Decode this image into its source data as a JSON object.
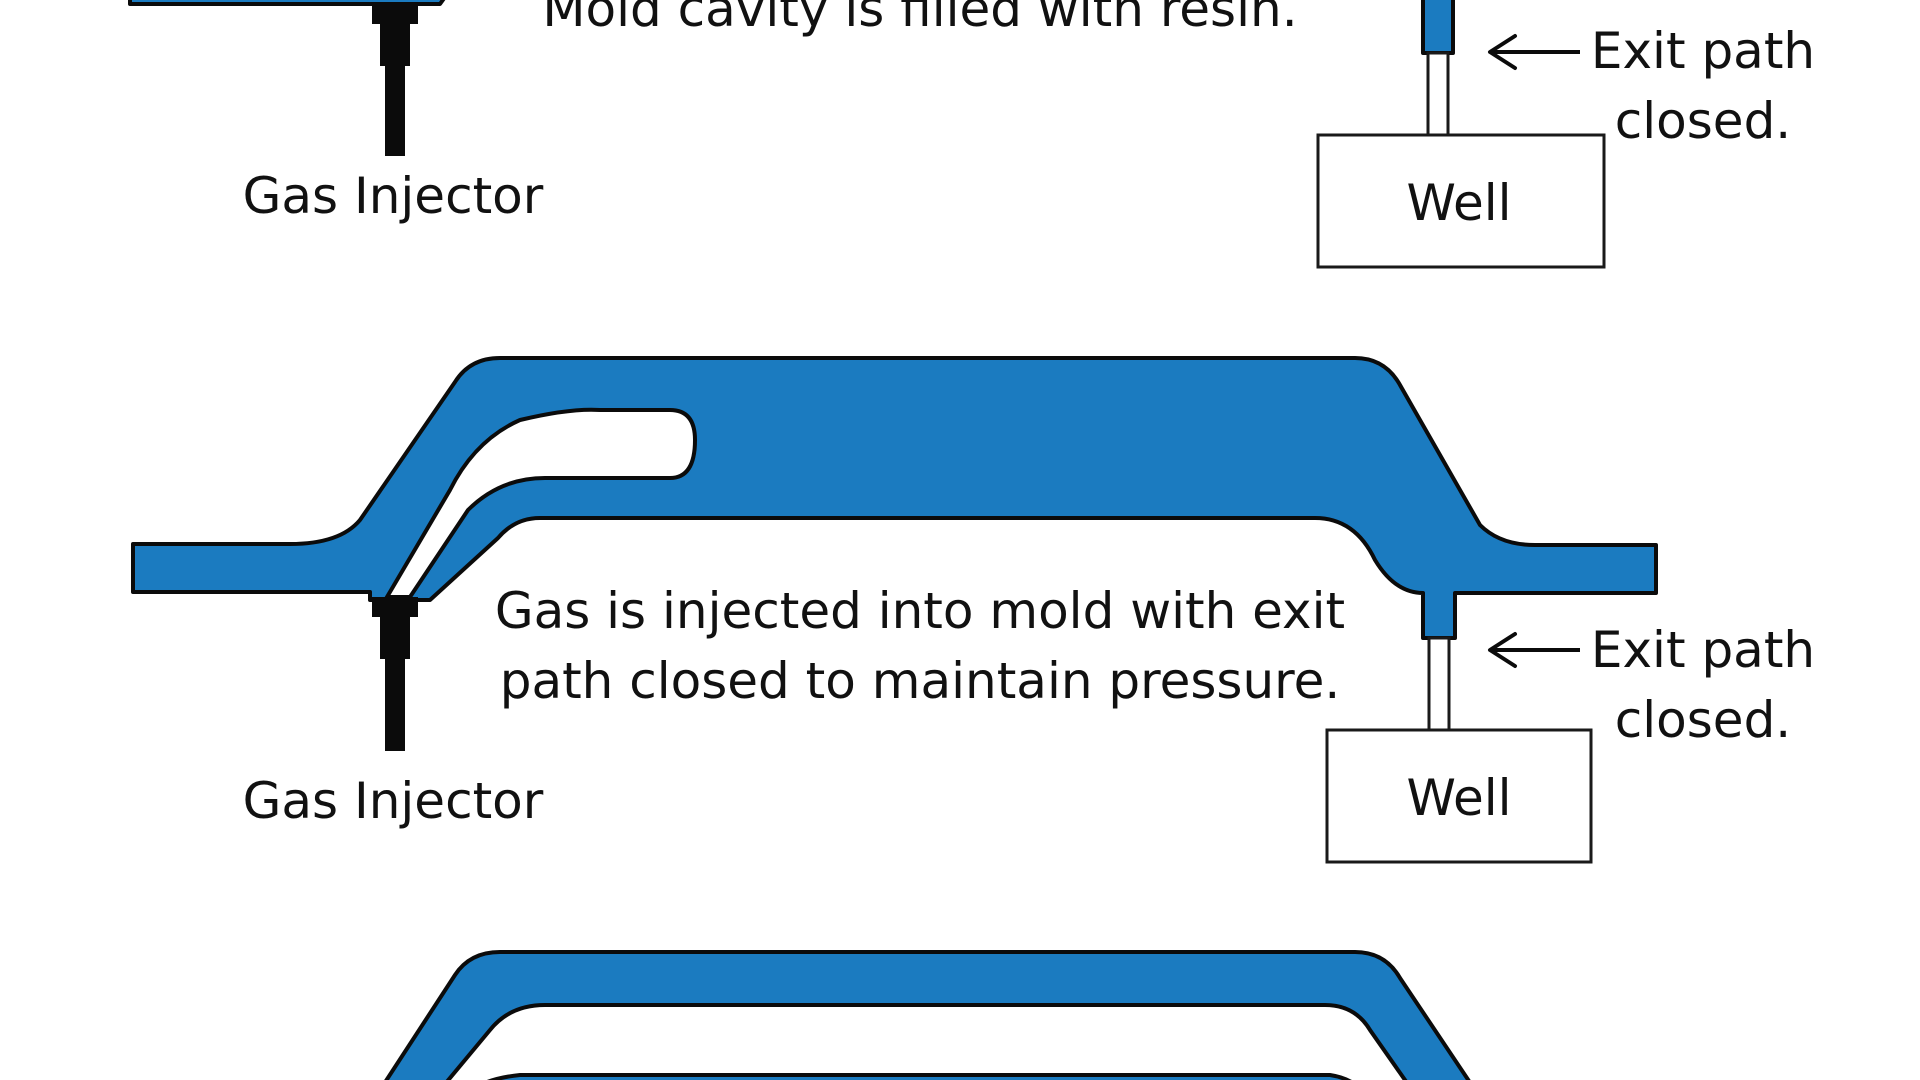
{
  "colors": {
    "resin": "#1b7bc0",
    "outline": "#0b0b0b",
    "background": "#ffffff"
  },
  "stage1": {
    "caption": "Mold cavity is filled with resin.",
    "injector_label": "Gas Injector",
    "exit_label_line1": "Exit path",
    "exit_label_line2": "closed.",
    "well_label": "Well"
  },
  "stage2": {
    "caption_line1": "Gas is injected into mold with exit",
    "caption_line2": "path closed to maintain pressure.",
    "injector_label": "Gas Injector",
    "exit_label_line1": "Exit path",
    "exit_label_line2": "closed.",
    "well_label": "Well"
  },
  "stage3": {}
}
